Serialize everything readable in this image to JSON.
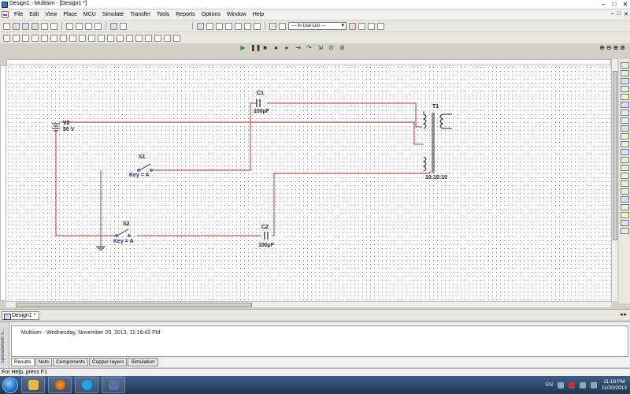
{
  "window": {
    "title": "Design1 - Multisim - [Design1 *]",
    "min": "–",
    "max": "□",
    "close": "✕"
  },
  "menu": [
    "File",
    "Edit",
    "View",
    "Place",
    "MCU",
    "Simulate",
    "Transfer",
    "Tools",
    "Reports",
    "Options",
    "Window",
    "Help"
  ],
  "toolbar": {
    "in_use_list": "--- In Use List ---"
  },
  "simulate": {
    "run": "▶",
    "pause": "❚❚",
    "stop": "■"
  },
  "zoom": [
    "⊕",
    "⊖",
    "⊕",
    "⊗"
  ],
  "schematic": {
    "v2": {
      "ref": "V2",
      "value": "50 V"
    },
    "s1": {
      "ref": "S1",
      "key": "Key = A"
    },
    "s2": {
      "ref": "S2",
      "key": "Key = A"
    },
    "c1": {
      "ref": "C1",
      "value": "100µF"
    },
    "c2": {
      "ref": "C2",
      "value": "100µF"
    },
    "t1": {
      "ref": "T1",
      "ratio": "10:10:10"
    },
    "wire_color": "#c0302e",
    "component_color": "#202020",
    "label_color": "#1a1a8a"
  },
  "doc_tab": "Design1 *",
  "spreadsheet": {
    "handle_label": "Spreadsheet V...",
    "message": "Multisim  -  Wednesday, November 20, 2013, 11:16:42 PM",
    "tabs": [
      "Results",
      "Nets",
      "Components",
      "Copper layers",
      "Simulation"
    ]
  },
  "status": "For Help, press F1",
  "taskbar": {
    "lang": "EN",
    "time": "11:18 PM",
    "date": "11/20/2013"
  }
}
